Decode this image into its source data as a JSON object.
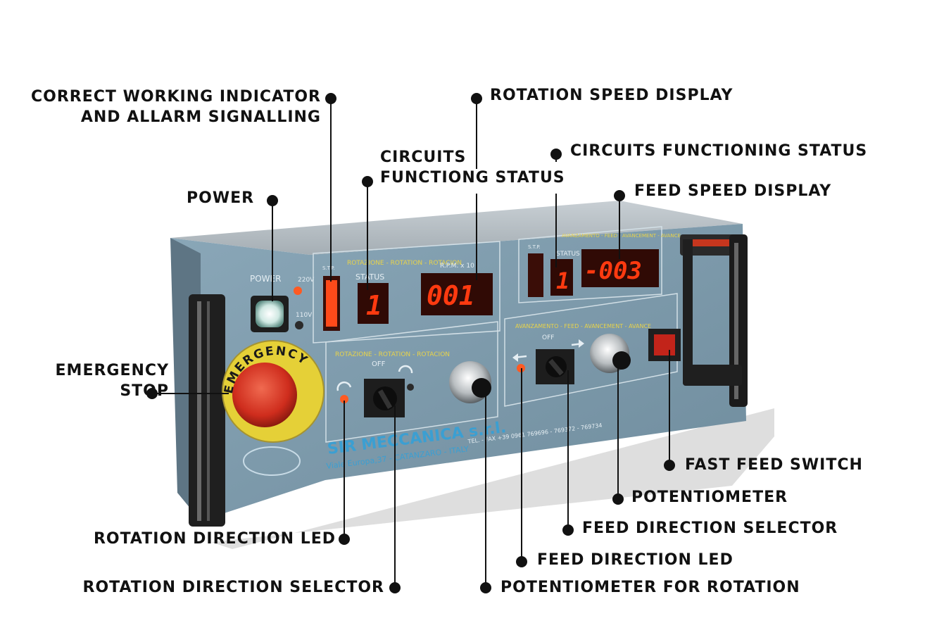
{
  "callouts": {
    "correct_working_1": "CORRECT WORKING INDICATOR",
    "correct_working_2": "AND ALLARM SIGNALLING",
    "power": "POWER",
    "emergency_1": "EMERGENCY",
    "emergency_2": "STOP",
    "rotation_speed_display": "ROTATION SPEED DISPLAY",
    "circuits_functiong_1": "CIRCUITS",
    "circuits_functiong_2": "FUNCTIONG STATUS",
    "circuits_functioning_status": "CIRCUITS FUNCTIONING STATUS",
    "feed_speed_display": "FEED SPEED DISPLAY",
    "fast_feed_switch": "FAST FEED SWITCH",
    "potentiometer": "POTENTIOMETER",
    "feed_direction_selector": "FEED DIRECTION SELECTOR",
    "feed_direction_led": "FEED DIRECTION LED",
    "potentiometer_for_rotation": "POTENTIOMETER FOR ROTATION",
    "rotation_direction_led": "ROTATION DIRECTION LED",
    "rotation_direction_selector": "ROTATION DIRECTION SELECTOR"
  },
  "panel": {
    "power_label": "POWER",
    "v220": "220V",
    "v110": "110V",
    "emergency_ring": "EMERGENCY",
    "rotation_header": "ROTAZIONE - ROTATION - ROTACION",
    "rotation_box_label": "ROTAZIONE - ROTATION - ROTACION",
    "status_label_left": "STATUS",
    "status_label_right": "STATUS",
    "rpm_label": "R.P.M. x 10",
    "rotation_status_value": "1",
    "rotation_speed_value": "001",
    "feed_header": "AVANZAMENTO - FEED - AVANCEMENT - AVANCE",
    "feed_box_label": "AVANZAMENTO - FEED - AVANCEMENT - AVANCE",
    "feed_status_value": "1",
    "feed_speed_value": "-003",
    "off_rotation": "OFF",
    "off_feed": "OFF",
    "stp_left": "S.T.P.",
    "stp_right": "S.T.P.",
    "brand": "SIR MECCANICA s.r.l.",
    "address": "Viale Europa,37 - CATANZARO - ITALY",
    "tel": "TEL. - FAX +39 0961 769696 - 769372 - 769734"
  },
  "colors": {
    "panel_face": "#7f9bab",
    "led_red": "#ff3a10",
    "accent_yellow": "#e8d34a"
  }
}
